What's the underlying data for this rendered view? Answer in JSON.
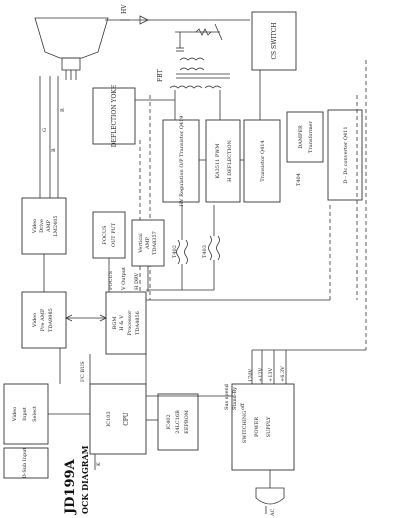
{
  "title": "JD199A",
  "subtitle": "OCK DIAGRAM",
  "blocks": {
    "cs_switch": "CS SWITCH",
    "fbt": "FBT",
    "hv": "HV",
    "deflection_yoke": "DEFLECTION YOKE",
    "hv_reg": "HV Regulation O/P Transistor Q419",
    "pwm": "KA3511 PWM",
    "h_deflection": "H DEFLECTION",
    "h_transistor": "Transistor Q414",
    "damper": "DAMPER",
    "transformer": "Transformer",
    "t404": "T404",
    "dd": "D - Dc converter Q411",
    "video_drive": [
      "Video",
      "Drive",
      "AMP",
      "LM2405"
    ],
    "focus": [
      "FOCUS",
      "OUT PUT"
    ],
    "vertical_amp": [
      "Vertical",
      "AMP",
      "TDA8357"
    ],
    "t402": "T402",
    "t403": "T403",
    "video_preamp": [
      "Video",
      "Pre AMP",
      "TDA9985"
    ],
    "geom": [
      "BGM",
      "H & V",
      "Processor",
      "TDA4856"
    ],
    "vout": "V Output",
    "focus_lbl": "FOCUS",
    "hdrv": "H DRV",
    "i2c": "I²C BUS",
    "video_input": [
      "Video",
      "Input",
      "Select"
    ],
    "dsub": "D-Sub Input",
    "ic103": "IC103",
    "cpu": "CPU",
    "eeprom": [
      "IC402",
      "24LC16B",
      "EEPROM"
    ],
    "k": "K",
    "switching": "SWITCHING",
    "power": "POWER",
    "supply": "SUPPLY",
    "voltages": [
      "170V",
      "+12V",
      "+13V",
      "+6.3V"
    ],
    "stby": [
      "Sus spend",
      "Stand-By",
      "off"
    ],
    "ac": "AC",
    "rgb": [
      "R",
      "G",
      "B"
    ]
  }
}
